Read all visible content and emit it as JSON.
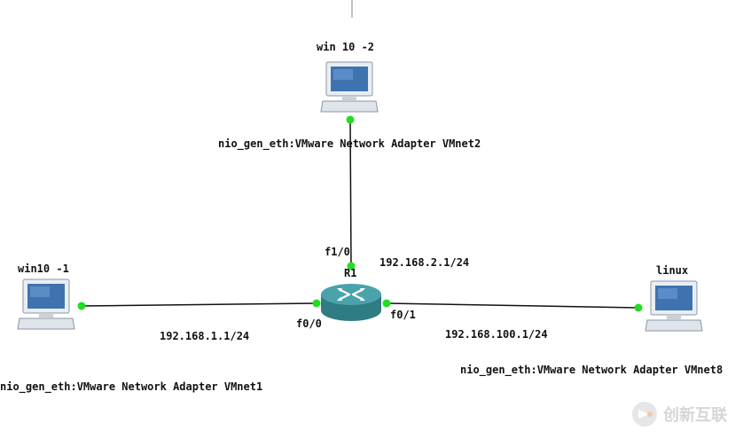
{
  "nodes": {
    "win10_2": {
      "name": "win 10 -2",
      "adapter": "nio_gen_eth:VMware Network Adapter VMnet2"
    },
    "win10_1": {
      "name": "win10 -1",
      "adapter": "nio_gen_eth:VMware Network Adapter VMnet1"
    },
    "linux": {
      "name": "linux",
      "adapter": "nio_gen_eth:VMware Network Adapter VMnet8"
    },
    "router": {
      "name": "R1"
    }
  },
  "interfaces": {
    "f1_0": {
      "name": "f1/0",
      "ip": "192.168.2.1/24"
    },
    "f0_0": {
      "name": "f0/0",
      "ip": "192.168.1.1/24"
    },
    "f0_1": {
      "name": "f0/1",
      "ip": "192.168.100.1/24"
    }
  },
  "colors": {
    "link": "#111111",
    "port_dot": "#22dd22",
    "router_body": "#3b8f96",
    "screen": "#3f73b0"
  },
  "watermark": {
    "text": "创新互联"
  }
}
